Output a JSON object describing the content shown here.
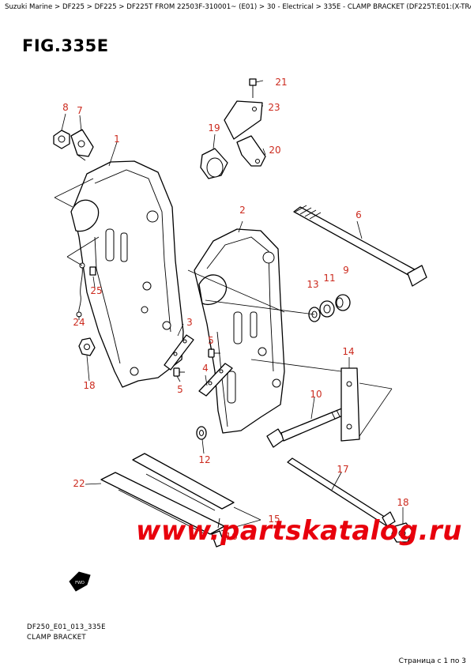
{
  "breadcrumb": "Suzuki Marine > DF225 > DF225 > DF225T  FROM 22503F-310001~ (E01) > 30 - Electrical > 335E - CLAMP BRACKET (DF225T:E01:(X-TRANSOM,XX-TRANSOM))",
  "figure_title": "FIG.335E",
  "callouts": {
    "c1": "1",
    "c2": "2",
    "c3": "3",
    "c4": "4",
    "c5a": "5",
    "c5b": "5",
    "c6": "6",
    "c7": "7",
    "c8": "8",
    "c9": "9",
    "c10": "10",
    "c11": "11",
    "c12": "12",
    "c13": "13",
    "c14": "14",
    "c15": "15",
    "c16": "16",
    "c17": "17",
    "c18a": "18",
    "c18b": "18",
    "c19": "19",
    "c20": "20",
    "c21": "21",
    "c22": "22",
    "c23": "23",
    "c24": "24",
    "c25": "25"
  },
  "fwd_label": "FWD",
  "watermark": "www.partskatalog.ru",
  "footer": {
    "code": "DF250_E01_013_335E",
    "subtitle": "CLAMP BRACKET",
    "page": "Страница с 1 по 3"
  },
  "colors": {
    "callout": "#cc2b1f",
    "watermark": "#e8000c"
  }
}
